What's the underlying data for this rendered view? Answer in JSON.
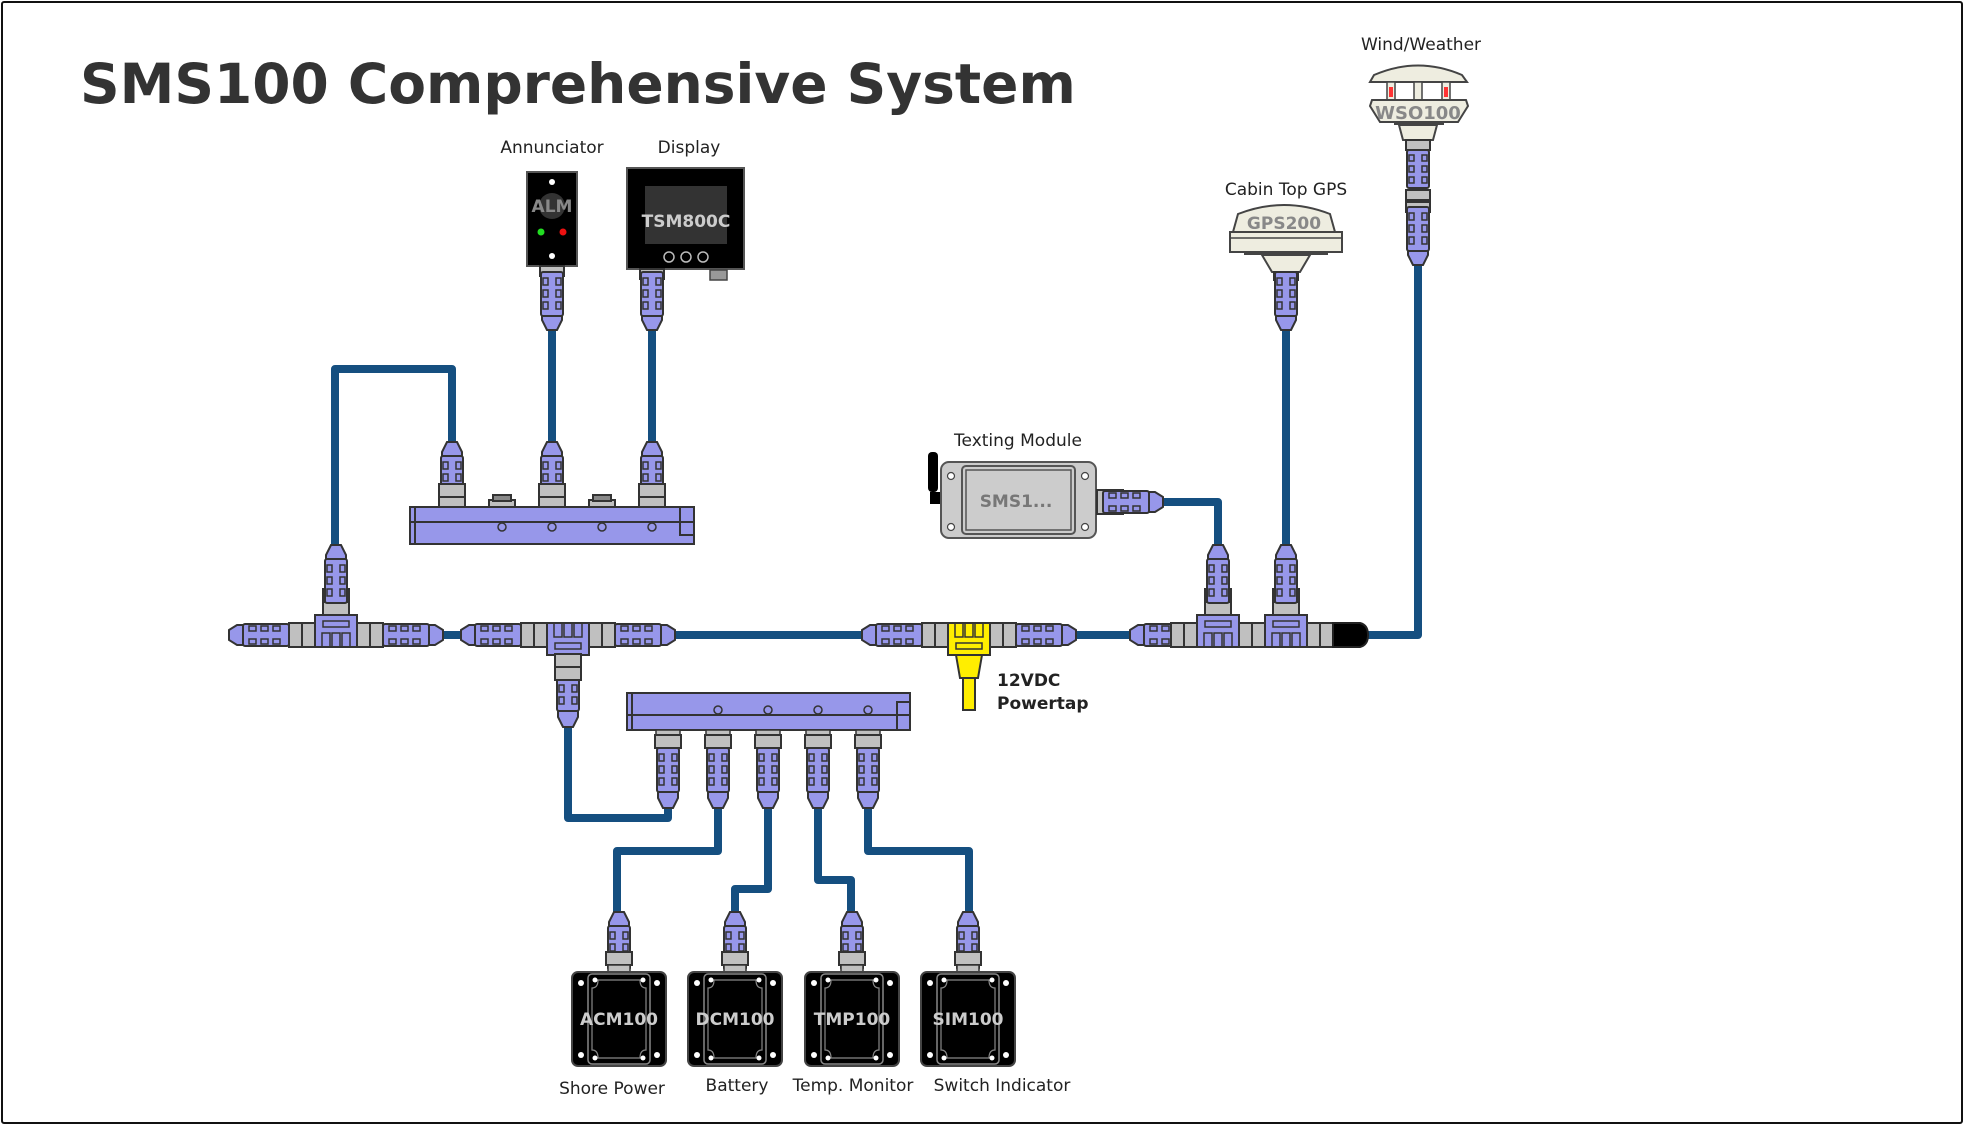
{
  "title": "SMS100 Comprehensive System",
  "colors": {
    "cable": "#154f80",
    "connector": "#9797ea",
    "coupler": "#c0c0c0",
    "outline": "#333333",
    "powertap": "#ffee00",
    "device_dark": "#000000",
    "device_light": "#eeede0",
    "module_grey": "#cccccc",
    "led_green": "#22dd22",
    "led_red": "#ee1111"
  },
  "devices": {
    "annunciator": {
      "caption": "Annunciator",
      "model": "ALM"
    },
    "display": {
      "caption": "Display",
      "model": "TSM800C"
    },
    "texting_module": {
      "caption": "Texting Module",
      "model": "SMS1..."
    },
    "cabin_gps": {
      "caption": "Cabin Top GPS",
      "model": "GPS200"
    },
    "wind_weather": {
      "caption": "Wind/Weather",
      "model": "WSO100"
    },
    "powertap": {
      "line1": "12VDC",
      "line2": "Powertap"
    }
  },
  "modules": [
    {
      "model": "ACM100",
      "caption": "Shore Power"
    },
    {
      "model": "DCM100",
      "caption": "Battery"
    },
    {
      "model": "TMP100",
      "caption": "Temp. Monitor"
    },
    {
      "model": "SIM100",
      "caption": "Switch Indicator"
    }
  ]
}
